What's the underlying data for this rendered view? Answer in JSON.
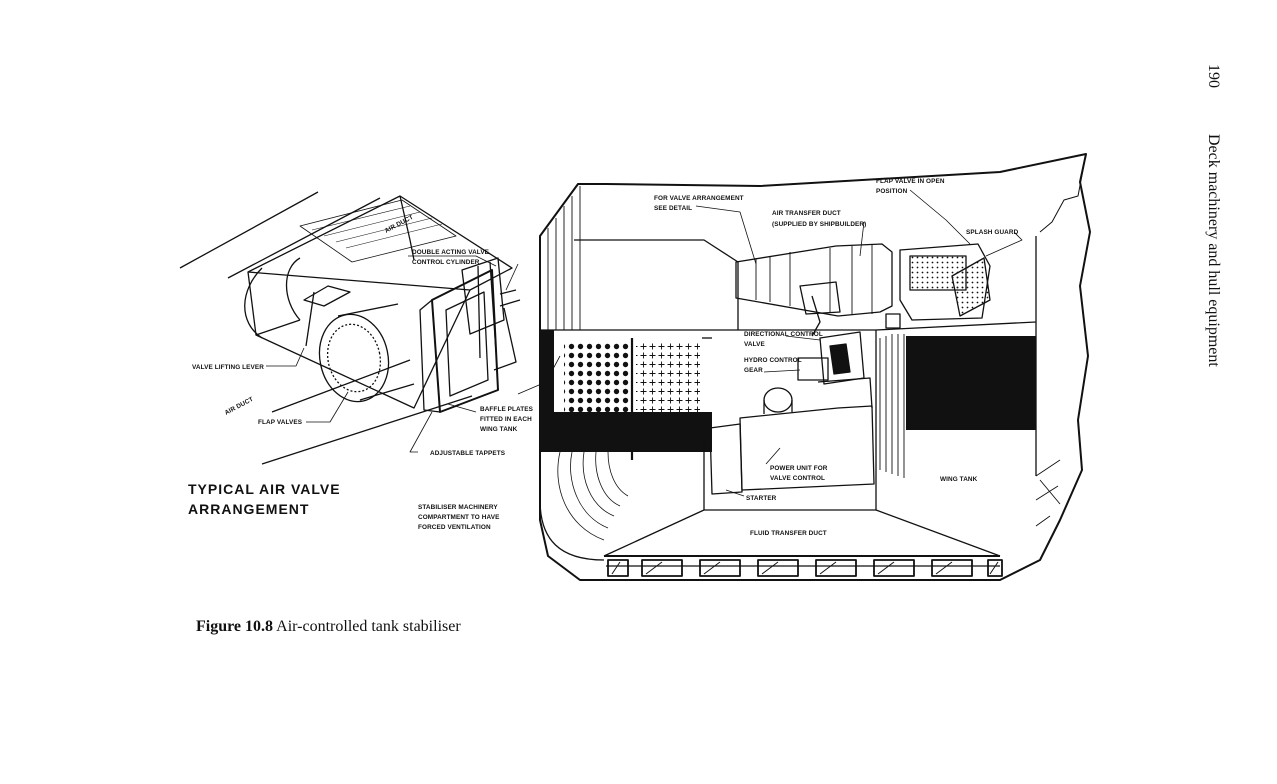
{
  "header": {
    "page_number": "190",
    "running_title": "Deck machinery and hull equipment"
  },
  "figure": {
    "number": "Figure 10.8",
    "title": "Air-controlled tank stabiliser",
    "heading_line1": "TYPICAL AIR VALVE",
    "heading_line2": "ARRANGEMENT",
    "labels": {
      "air_duct_upper": "AIR DUCT",
      "air_duct_lower": "AIR DUCT",
      "double_acting_1": "DOUBLE ACTING VALVE",
      "double_acting_2": "CONTROL CYLINDER",
      "valve_lifting_lever": "VALVE LIFTING LEVER",
      "flap_valves": "FLAP VALVES",
      "baffle_1": "BAFFLE PLATES",
      "baffle_2": "FITTED IN EACH",
      "baffle_3": "WING TANK",
      "adjustable_tappets": "ADJUSTABLE TAPPETS",
      "machinery_1": "STABILISER MACHINERY",
      "machinery_2": "COMPARTMENT TO HAVE",
      "machinery_3": "FORCED VENTILATION",
      "for_valve_1": "FOR VALVE ARRANGEMENT",
      "for_valve_2": "SEE DETAIL",
      "air_transfer_1": "AIR TRANSFER DUCT",
      "air_transfer_2": "(SUPPLIED BY SHIPBUILDER)",
      "flap_open_1": "FLAP VALVE IN OPEN",
      "flap_open_2": "POSITION",
      "splash_guard": "SPLASH GUARD",
      "directional_1": "DIRECTIONAL CONTROL",
      "directional_2": "VALVE",
      "hydro_1": "HYDRO CONTROL",
      "hydro_2": "GEAR",
      "power_unit_1": "POWER UNIT FOR",
      "power_unit_2": "VALVE CONTROL",
      "starter": "STARTER",
      "wing_tank": "WING TANK",
      "fluid_transfer_duct": "FLUID TRANSFER DUCT"
    }
  }
}
